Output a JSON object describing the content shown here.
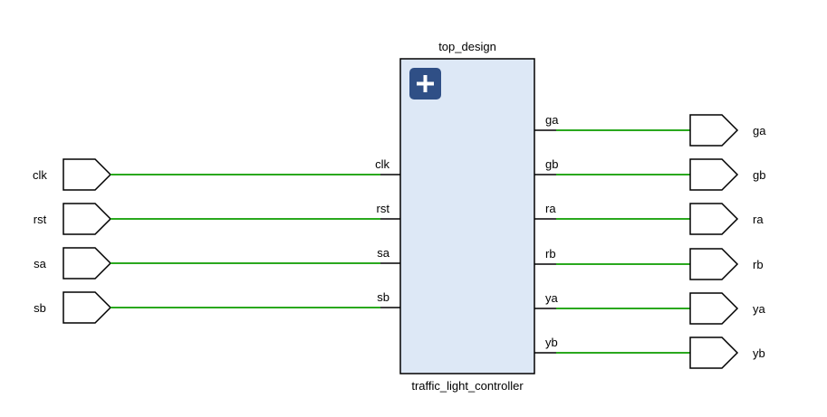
{
  "block": {
    "instance_name": "top_design",
    "module_name": "traffic_light_controller",
    "fill_color": "#dde8f6",
    "expand_button_color": "#2f4f86",
    "expand_icon": "plus-icon"
  },
  "wire_color": "#2aa81e",
  "inputs": [
    {
      "port": "clk",
      "pin": "clk"
    },
    {
      "port": "rst",
      "pin": "rst"
    },
    {
      "port": "sa",
      "pin": "sa"
    },
    {
      "port": "sb",
      "pin": "sb"
    }
  ],
  "outputs": [
    {
      "port": "ga",
      "pin": "ga"
    },
    {
      "port": "gb",
      "pin": "gb"
    },
    {
      "port": "ra",
      "pin": "ra"
    },
    {
      "port": "rb",
      "pin": "rb"
    },
    {
      "port": "ya",
      "pin": "ya"
    },
    {
      "port": "yb",
      "pin": "yb"
    }
  ]
}
